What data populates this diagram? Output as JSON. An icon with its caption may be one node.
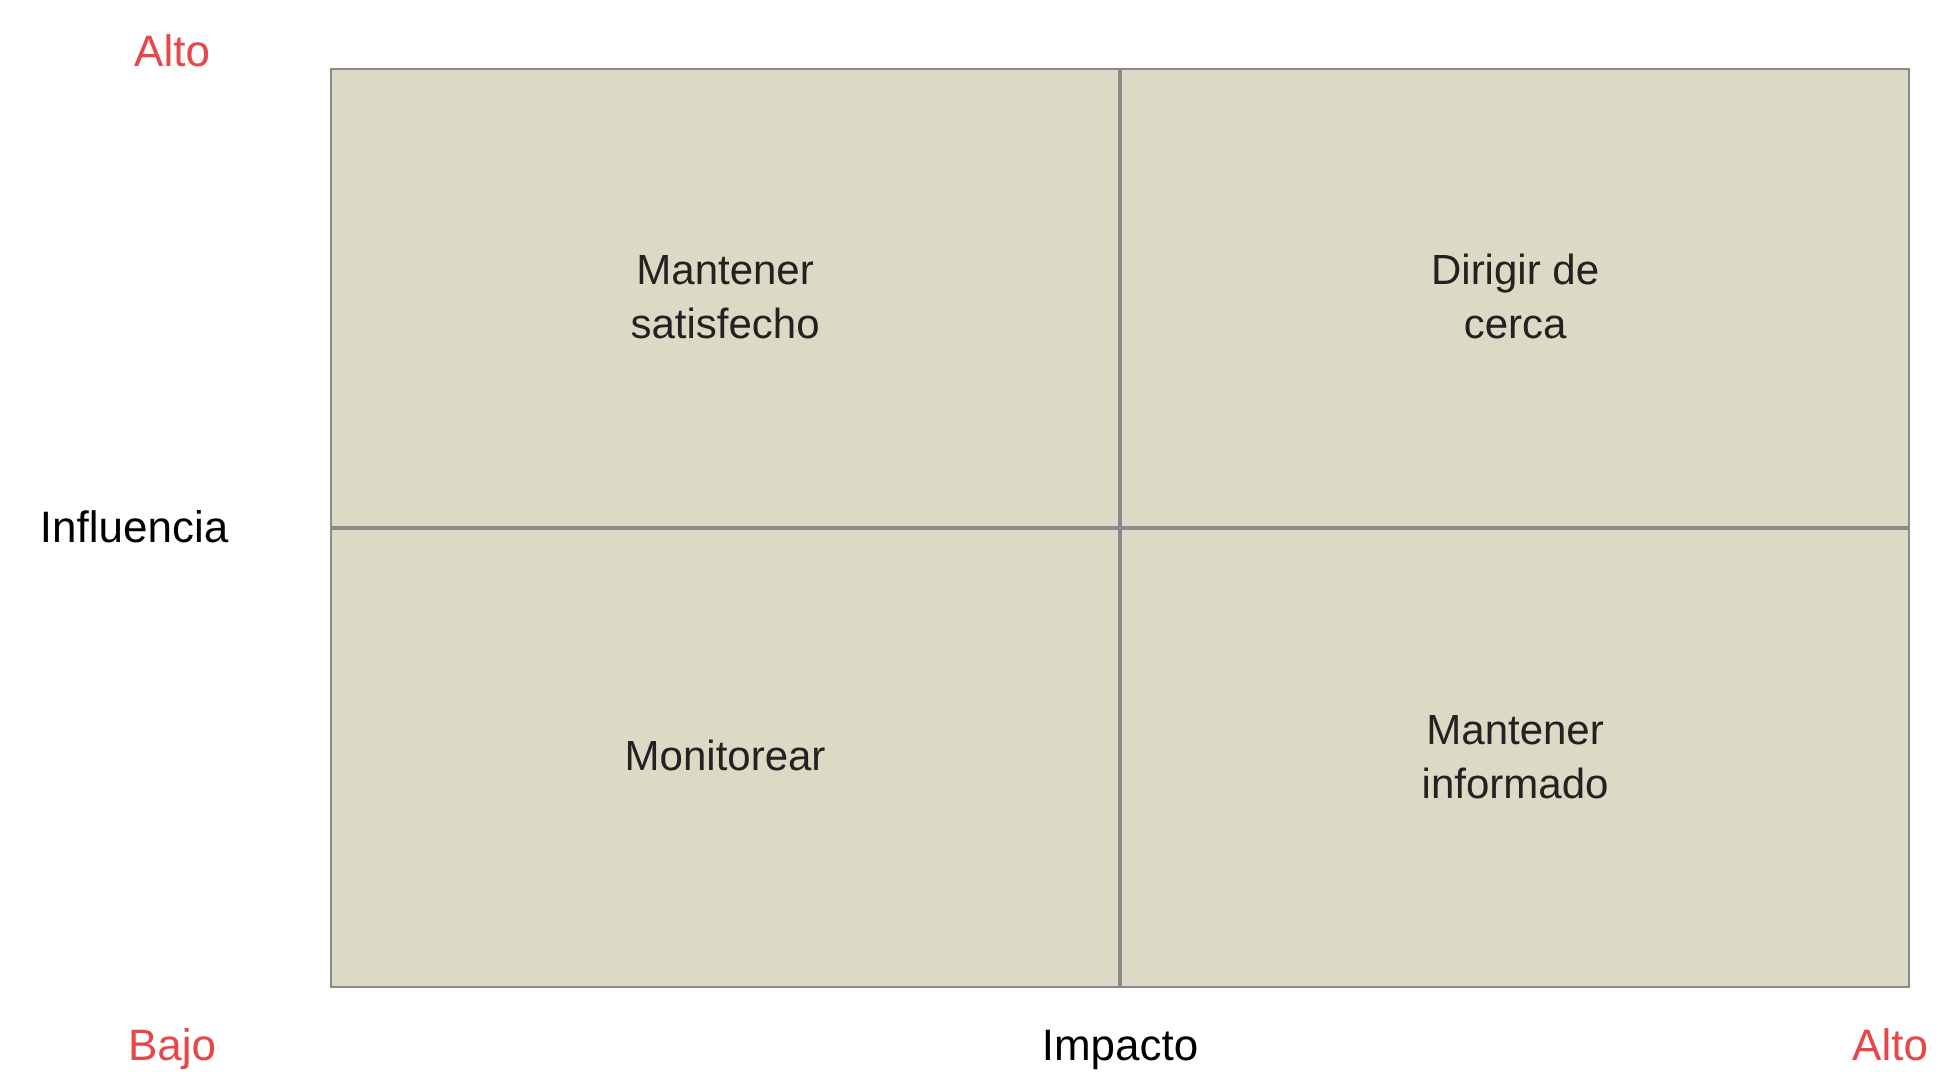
{
  "diagram": {
    "nodes": [
      {
        "text": [
          "Mantener satisfecho"
        ]
      },
      {
        "text": [
          "Dirigir de cerca"
        ]
      },
      {
        "text": [
          "Monitorear"
        ]
      },
      {
        "text": [
          "Mantener informado"
        ]
      }
    ],
    "labels": [
      "Alto",
      "Influencia",
      "Bajo",
      "Impacto",
      "Alto"
    ]
  }
}
